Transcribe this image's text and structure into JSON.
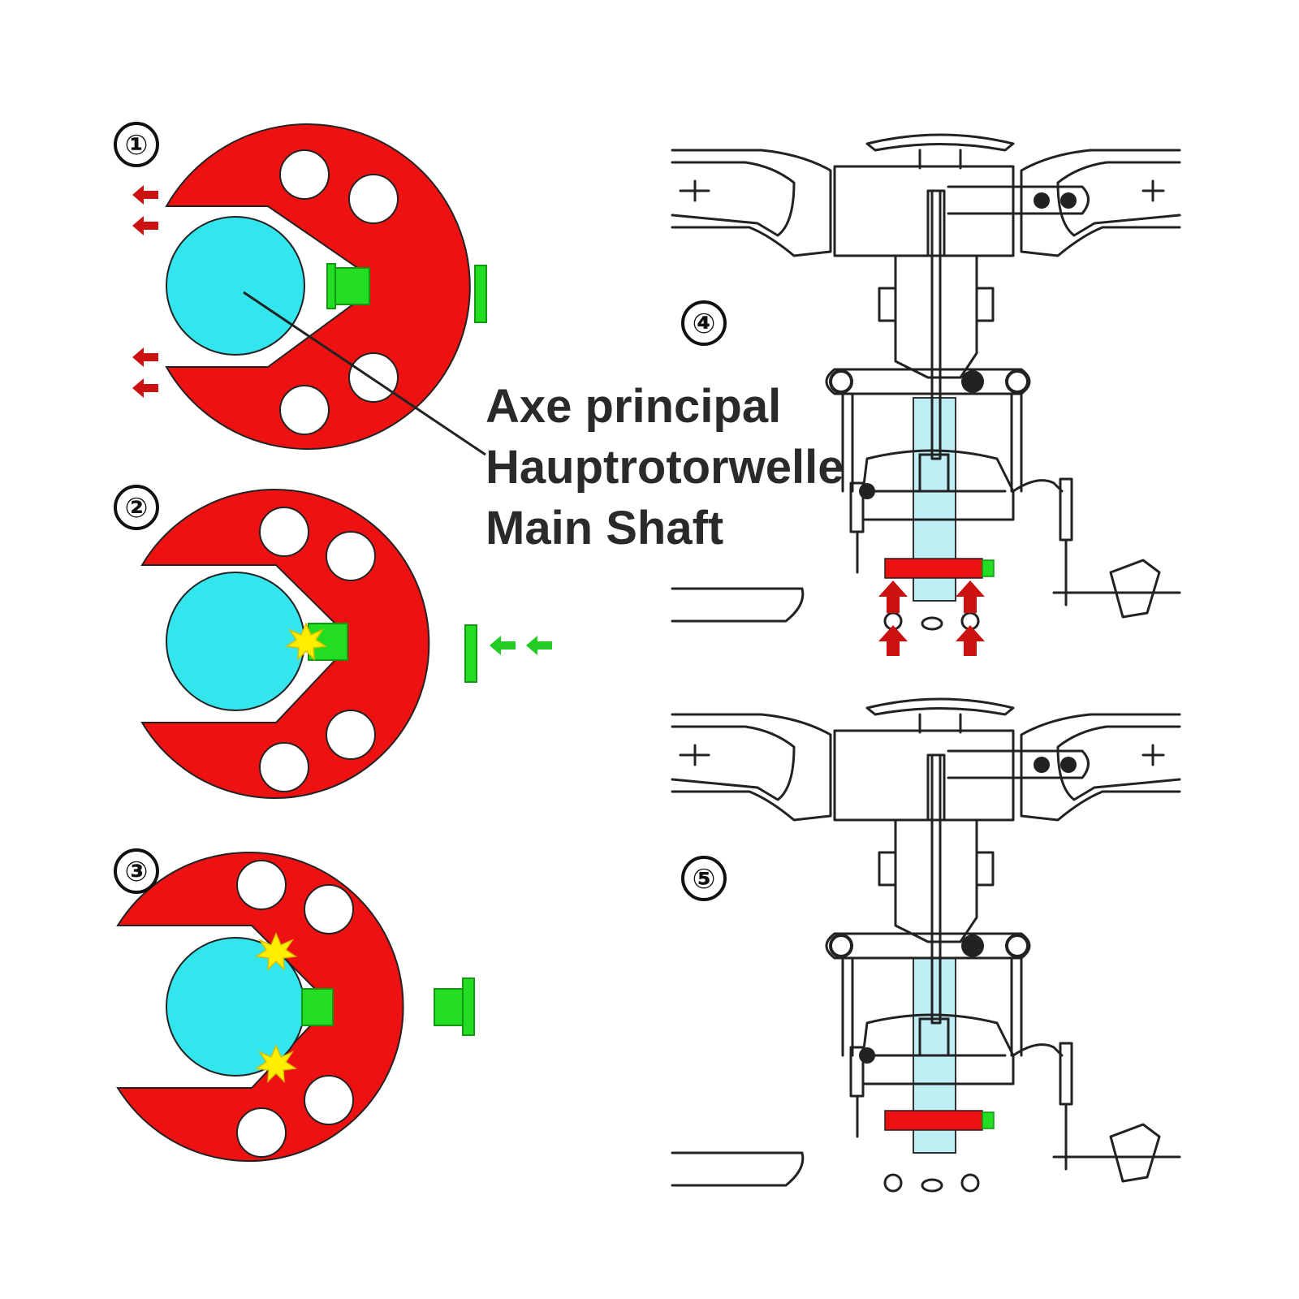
{
  "colors": {
    "tool_red": "#ee1111",
    "shaft_cyan": "#33e6ee",
    "pin_green": "#22dd22",
    "spark_yellow": "#ffee00",
    "arrow_red": "#cc1111",
    "arrow_green": "#22cc22",
    "outline": "#222222"
  },
  "steps": [
    {
      "label": "①"
    },
    {
      "label": "②"
    },
    {
      "label": "③"
    },
    {
      "label": "④"
    },
    {
      "label": "⑤"
    }
  ],
  "caption": {
    "line1": "Axe principal",
    "line2": "Hauptrotorwelle",
    "line3": "Main Shaft"
  }
}
